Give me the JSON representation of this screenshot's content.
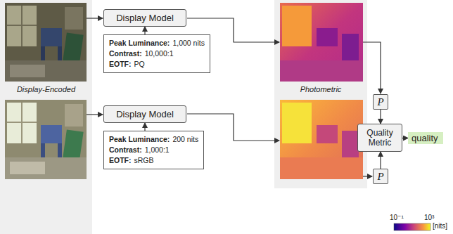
{
  "diagram": {
    "nodes": [
      {
        "text": [
          "Display Model"
        ]
      },
      {
        "text": [
          "Peak Luminance:",
          "1,000 nits",
          "Contrast:",
          "10,000:1",
          "EOTF:",
          "PQ"
        ]
      },
      {
        "text": [
          "Display Model"
        ]
      },
      {
        "text": [
          "Peak Luminance:",
          "200 nits",
          "Contrast:",
          "1,000:1",
          "EOTF:",
          "sRGB"
        ]
      },
      {
        "text": [
          "P"
        ]
      },
      {
        "text": [
          "P"
        ]
      },
      {
        "text": [
          "Quality Metric"
        ]
      },
      {
        "text": [
          "quality"
        ]
      }
    ],
    "edges": [
      {
        "from": 1,
        "to": 0,
        "arrow": "to"
      },
      {
        "from": 3,
        "to": 2,
        "arrow": "to"
      },
      {
        "from": 4,
        "to": 6,
        "arrow": "to"
      },
      {
        "from": 5,
        "to": 6,
        "arrow": "to"
      },
      {
        "from": 6,
        "to": 7,
        "arrow": "to"
      }
    ],
    "labels": [
      "Display-Encoded",
      "Photometric",
      "10⁻¹",
      "10³",
      "[nits]"
    ]
  }
}
